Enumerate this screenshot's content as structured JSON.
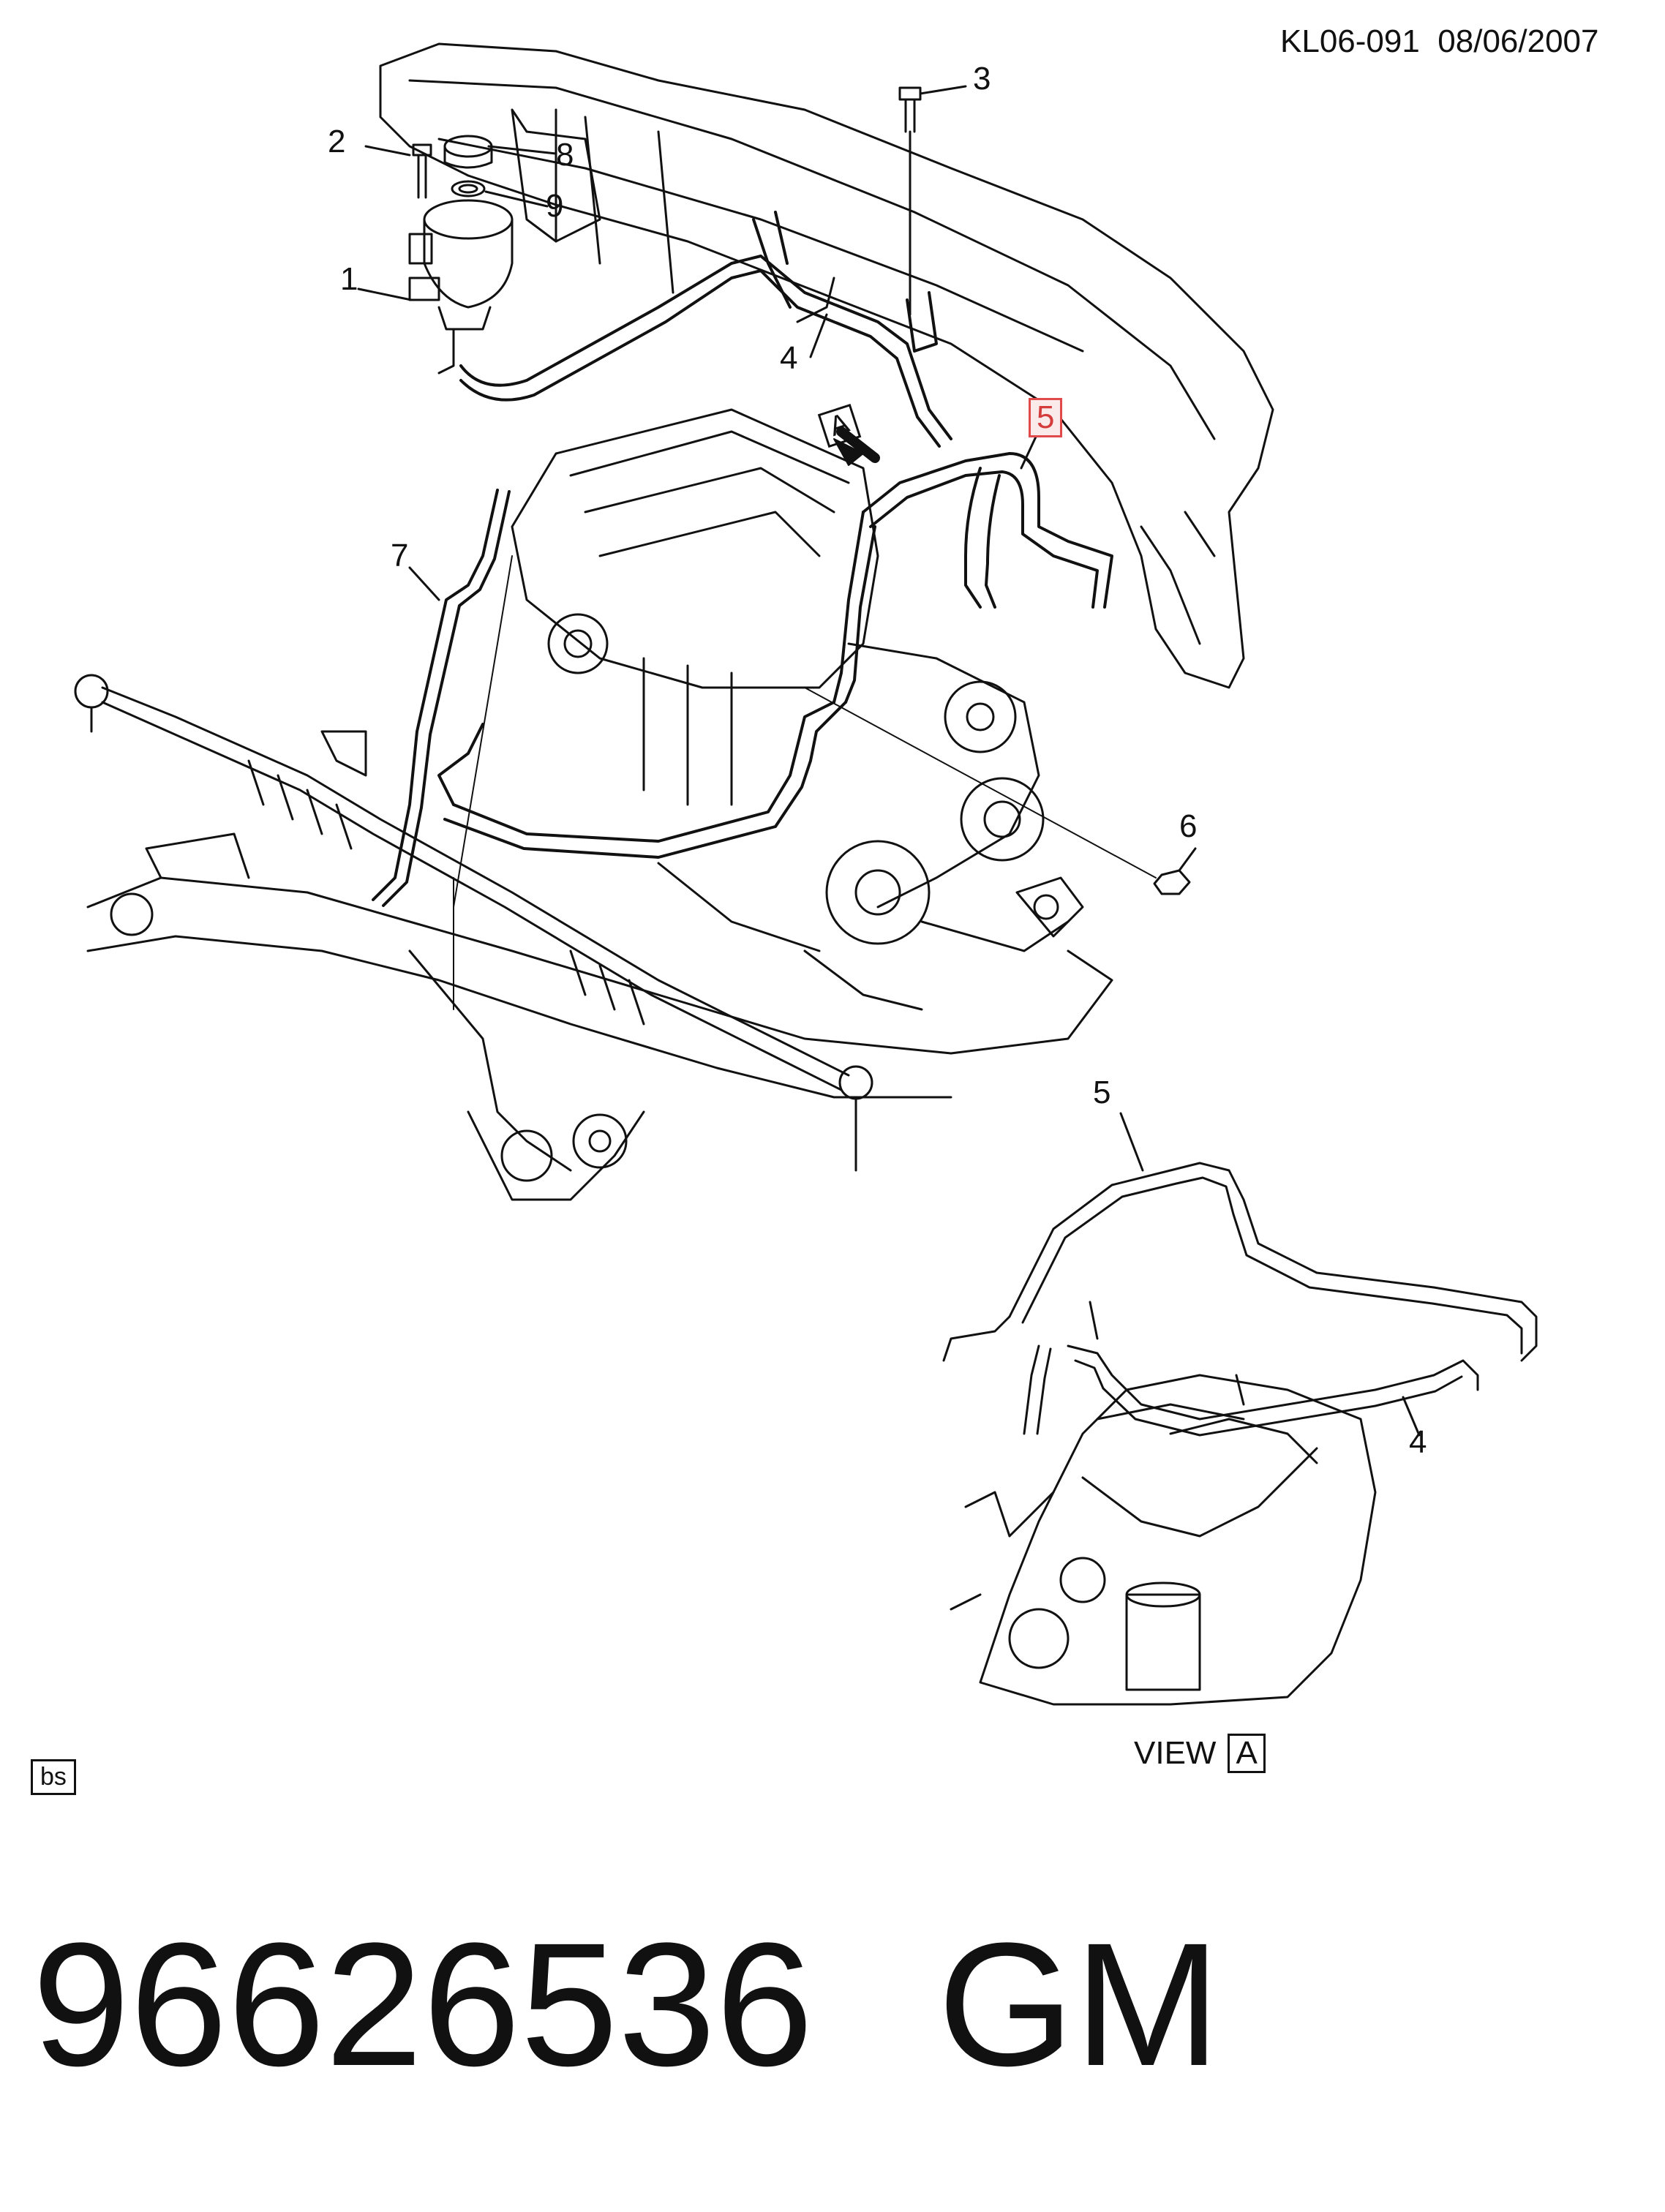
{
  "header": {
    "doc_code": "KL06-091",
    "date": "08/06/2007"
  },
  "callouts": {
    "c1": "1",
    "c2": "2",
    "c3": "3",
    "c4": "4",
    "c5": "5",
    "c6": "6",
    "c7": "7",
    "c8": "8",
    "c9": "9",
    "inset_c4": "4",
    "inset_c5": "5"
  },
  "view_marker": "A",
  "view_label": {
    "word": "VIEW",
    "letter": "A"
  },
  "tag": "bs",
  "footer": {
    "part_number": "96626536",
    "brand": "GM"
  },
  "colors": {
    "line": "#111111",
    "highlight_border": "#e04a4a",
    "highlight_text": "#d43b3b"
  }
}
